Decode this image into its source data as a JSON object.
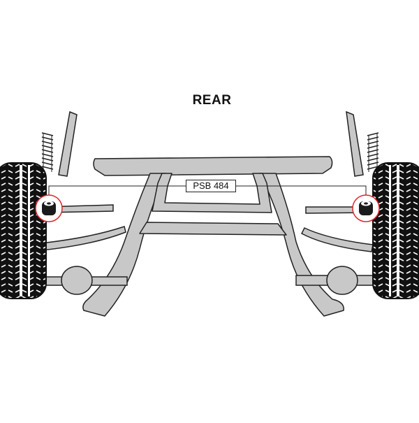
{
  "diagram": {
    "title": "REAR",
    "part_label": "PSB 484",
    "colors": {
      "frame": "#c8c8c8",
      "outline": "#222222",
      "tyre": "#111111",
      "highlight": "#e0242b",
      "bush": "#1a1a1a"
    },
    "components": [
      "rear-subframe",
      "left-wheel",
      "right-wheel",
      "left-spring",
      "right-spring",
      "left-bush",
      "right-bush"
    ]
  }
}
